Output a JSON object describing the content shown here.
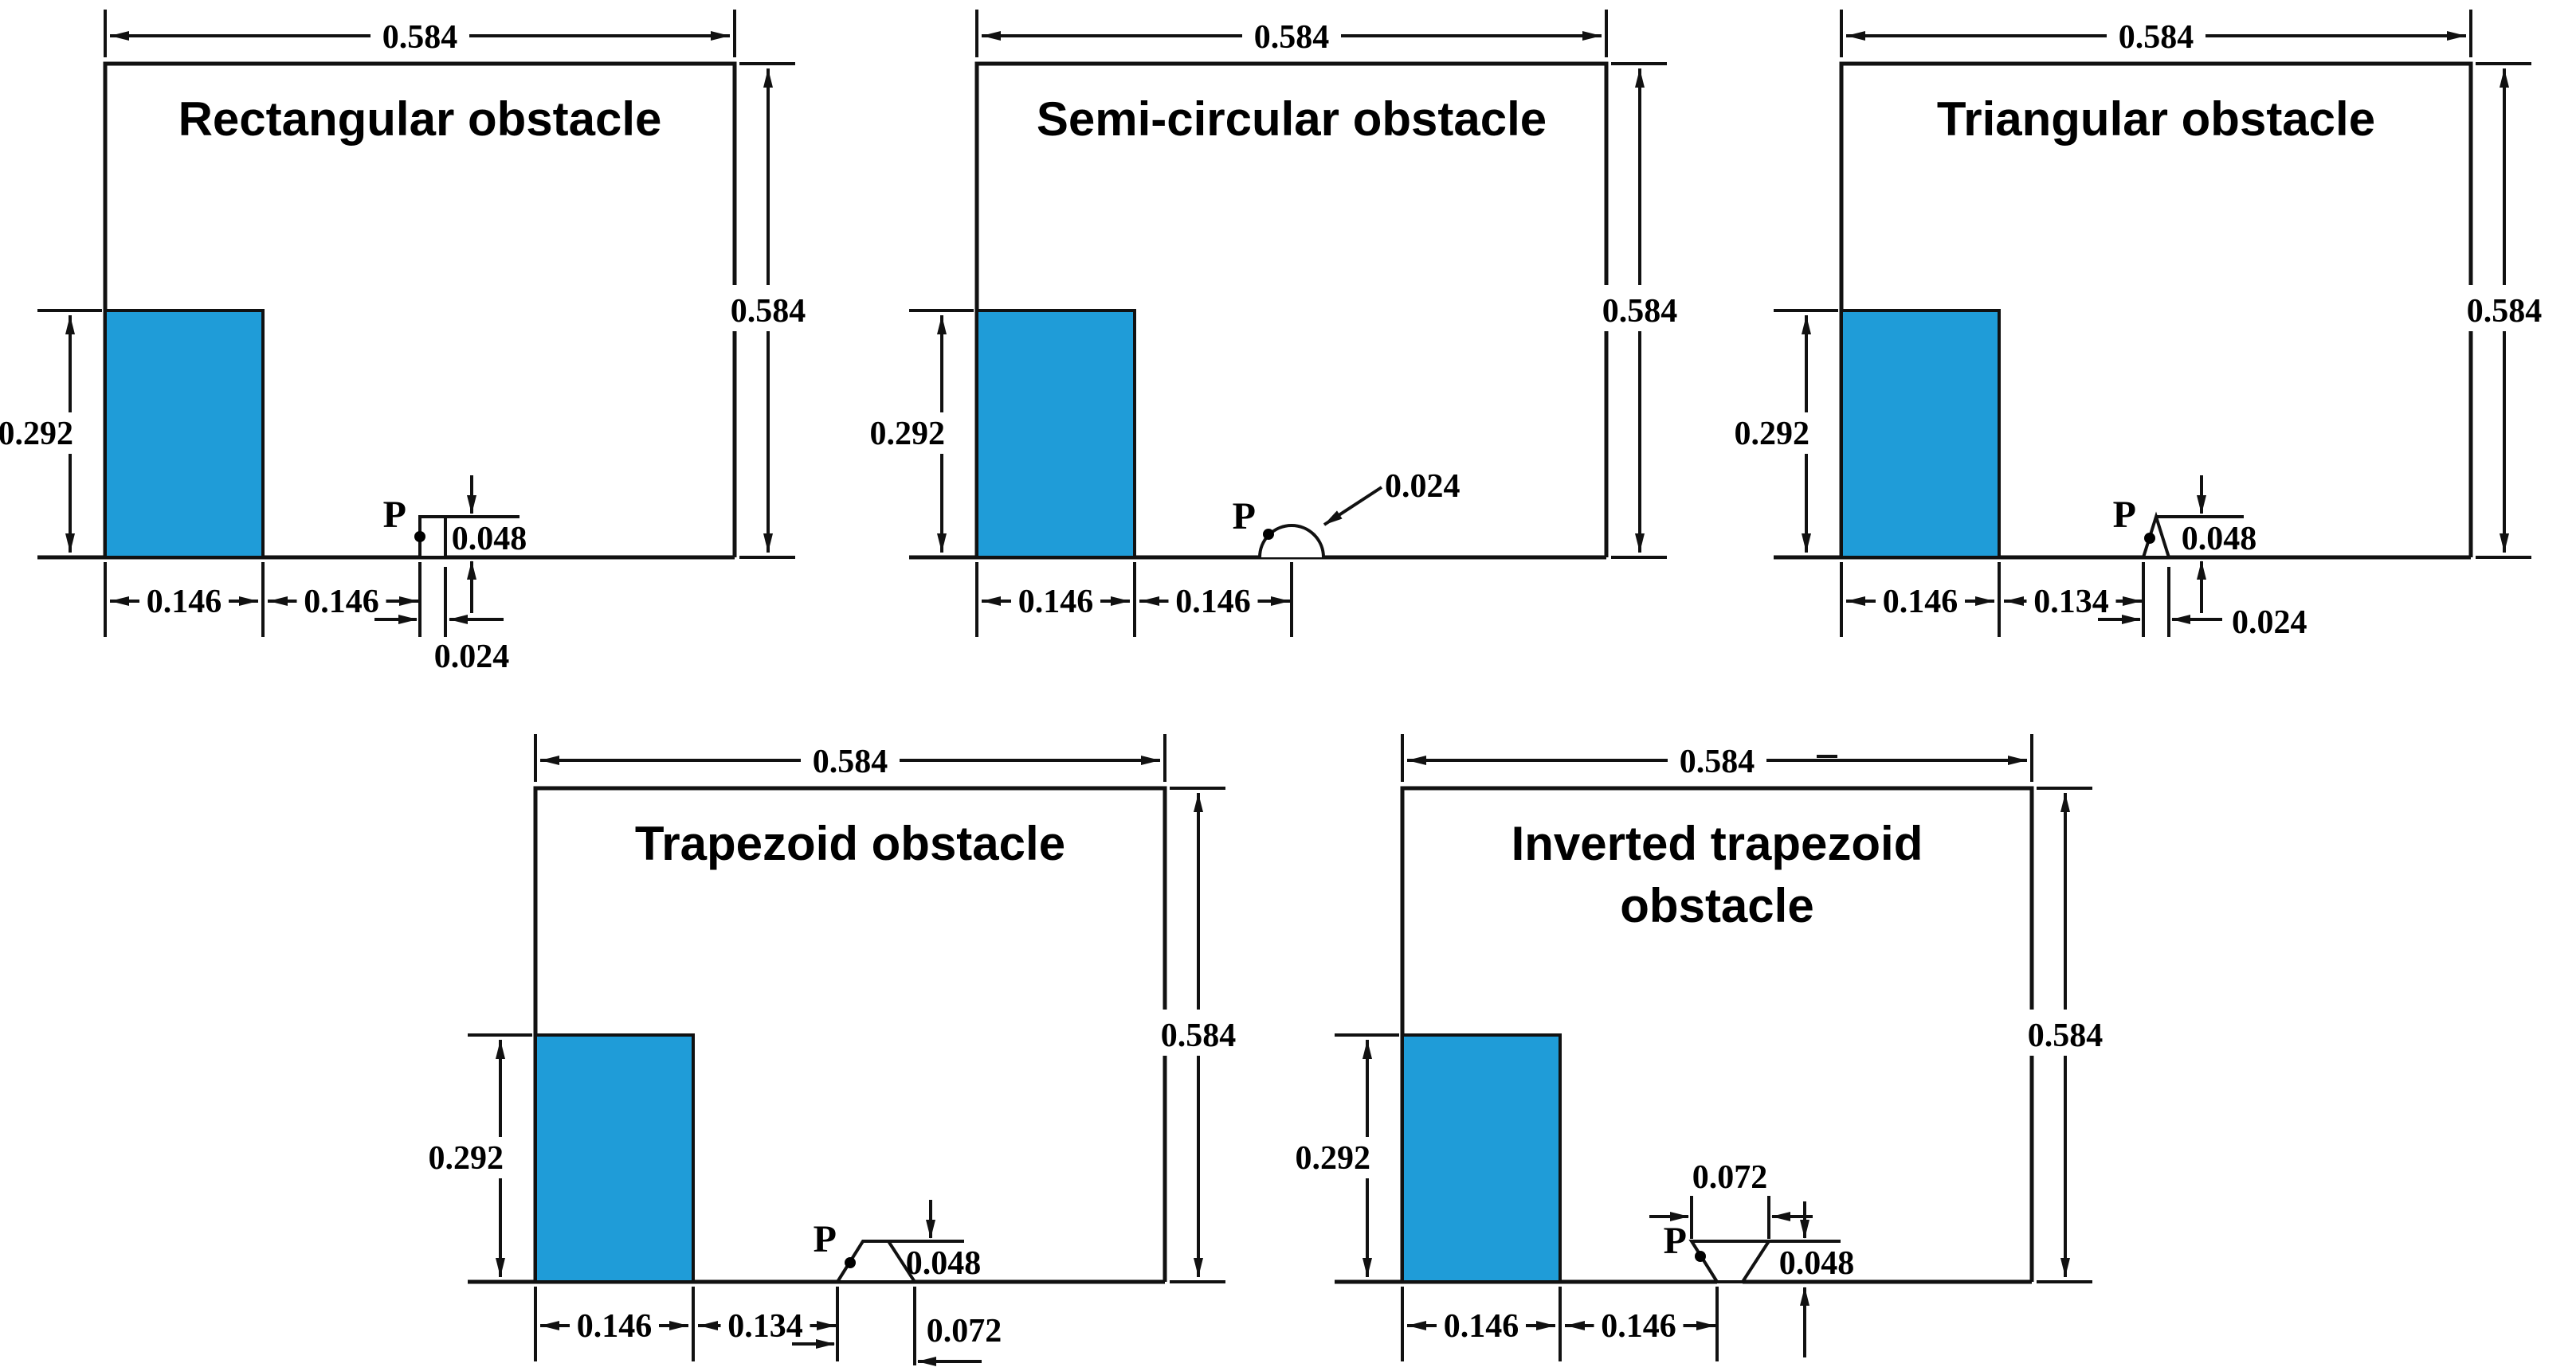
{
  "figure": {
    "background": "#ffffff",
    "line_color": "#111111",
    "block_color": "#1f9cd8",
    "panels": [
      {
        "id": "rectangular",
        "obstacle": "rectangular",
        "title_lines": [
          "Rectangular obstacle"
        ],
        "probe": "P",
        "dims": {
          "domain_width": "0.584",
          "domain_height": "0.584",
          "block_height": "0.292",
          "block_width": "0.146",
          "gap_width": "0.146",
          "obstacle_width": "0.024",
          "obstacle_height": "0.048"
        }
      },
      {
        "id": "semi-circular",
        "obstacle": "semicircle",
        "title_lines": [
          "Semi-circular obstacle"
        ],
        "probe": "P",
        "dims": {
          "domain_width": "0.584",
          "domain_height": "0.584",
          "block_height": "0.292",
          "block_width": "0.146",
          "gap_width": "0.146",
          "obstacle_radius": "0.024"
        }
      },
      {
        "id": "triangular",
        "obstacle": "triangle",
        "title_lines": [
          "Triangular obstacle"
        ],
        "probe": "P",
        "dims": {
          "domain_width": "0.584",
          "domain_height": "0.584",
          "block_height": "0.292",
          "block_width": "0.146",
          "gap_width": "0.134",
          "obstacle_base": "0.024",
          "obstacle_height": "0.048"
        }
      },
      {
        "id": "trapezoid",
        "obstacle": "trapezoid",
        "title_lines": [
          "Trapezoid obstacle"
        ],
        "probe": "P",
        "dims": {
          "domain_width": "0.584",
          "domain_height": "0.584",
          "block_height": "0.292",
          "block_width": "0.146",
          "gap_width": "0.134",
          "obstacle_base": "0.072",
          "obstacle_height": "0.048"
        }
      },
      {
        "id": "inverted-trapezoid",
        "obstacle": "inverted-trapezoid",
        "title_lines": [
          "Inverted trapezoid",
          "obstacle"
        ],
        "probe": "P",
        "dims": {
          "domain_width": "0.584",
          "domain_height": "0.584",
          "block_height": "0.292",
          "block_width": "0.146",
          "gap_width": "0.146",
          "obstacle_top": "0.072",
          "obstacle_height": "0.048"
        }
      }
    ]
  }
}
